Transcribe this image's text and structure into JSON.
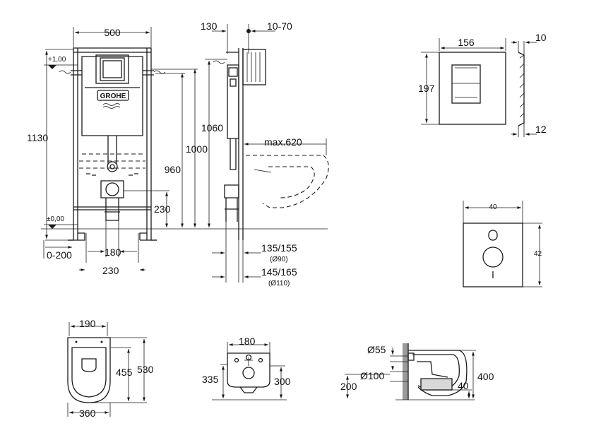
{
  "frame_view": {
    "logo_text": "GROHE",
    "width_top": "500",
    "height_total": "1130",
    "level_top": "+1,00",
    "level_floor": "±0,00",
    "h_1060": "1060",
    "h_1000": "1000",
    "h_960": "960",
    "h_230": "230",
    "range_0_200": "0-200",
    "w_180": "180",
    "w_230": "230"
  },
  "side_view": {
    "dim_130": "130",
    "dim_10_70": "10-70",
    "max_620": "max.620",
    "dim_135_155": "135/155",
    "d90": "(Ø90)",
    "dim_145_165": "145/165",
    "d110": "(Ø110)"
  },
  "flush_plate": {
    "width": "156",
    "height": "197",
    "depth_top": "10",
    "depth_bottom": "12"
  },
  "sound_pad": {
    "width": "40",
    "height": "42"
  },
  "bowl_top": {
    "w_190": "190",
    "l_455": "455",
    "l_530": "530",
    "w_360": "360"
  },
  "bowl_front": {
    "w_180": "180",
    "h_335": "335",
    "h_300": "300"
  },
  "bowl_side": {
    "d55": "Ø55",
    "d100": "Ø100",
    "h_200": "200",
    "h_40": "40",
    "h_400": "400"
  }
}
